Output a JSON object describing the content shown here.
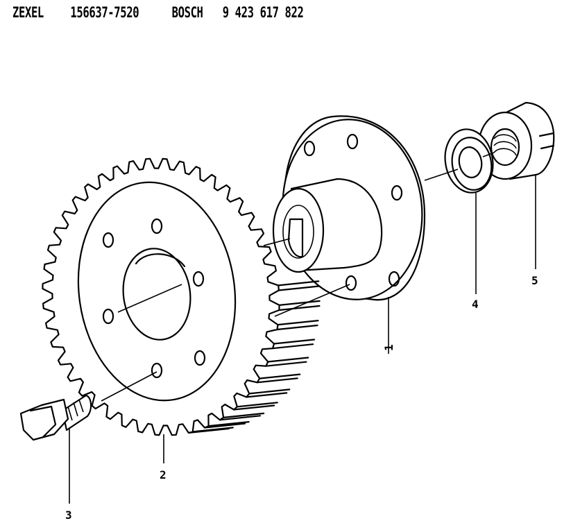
{
  "header": {
    "brand1": "ZEXEL",
    "part1": "156637-7520",
    "brand2": "BOSCH",
    "part2": "9 423 617 822"
  },
  "callouts": [
    {
      "id": "1",
      "label": "1"
    },
    {
      "id": "2",
      "label": "2"
    },
    {
      "id": "3",
      "label": "3"
    },
    {
      "id": "4",
      "label": "4"
    },
    {
      "id": "5",
      "label": "5"
    }
  ]
}
